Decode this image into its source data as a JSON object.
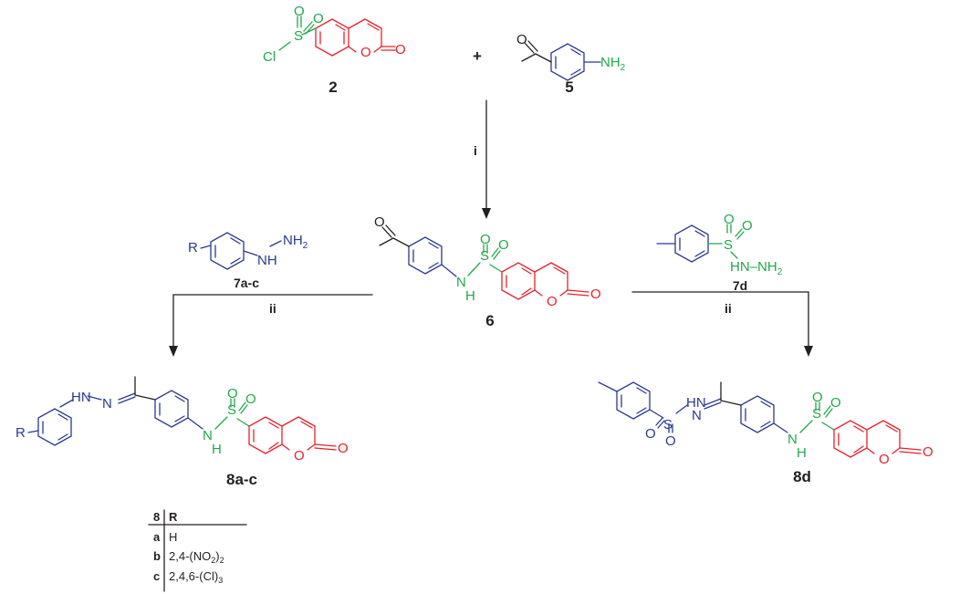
{
  "colors": {
    "coumarin": "#e8202a",
    "aryl": "#2b3990",
    "sulfonyl": "#21a84a",
    "text": "#231f20"
  },
  "atoms": {
    "S": "S",
    "O": "O",
    "Cl": "Cl",
    "N": "N",
    "H": "H",
    "NH": "NH",
    "NH2": "NH",
    "sub2": "2",
    "R": "R",
    "HN": "HN",
    "H2N": "HN"
  },
  "compounds": {
    "c2": "2",
    "c5": "5",
    "c6": "6",
    "c7ac": "7a-c",
    "c7d": "7d",
    "c8ac": "8a-c",
    "c8d": "8d"
  },
  "plus": "+",
  "reagents": {
    "i": "i",
    "ii_left": "ii",
    "ii_right": "ii"
  },
  "table": {
    "header": [
      "8",
      "R"
    ],
    "rows": [
      {
        "id": "a",
        "r": "H"
      },
      {
        "id": "b",
        "r": "2,4-(NO",
        "sub": "2",
        "tail": ")",
        "tailsub": "2"
      },
      {
        "id": "c",
        "r": "2,4,6-(Cl)",
        "sub": "3"
      }
    ]
  }
}
